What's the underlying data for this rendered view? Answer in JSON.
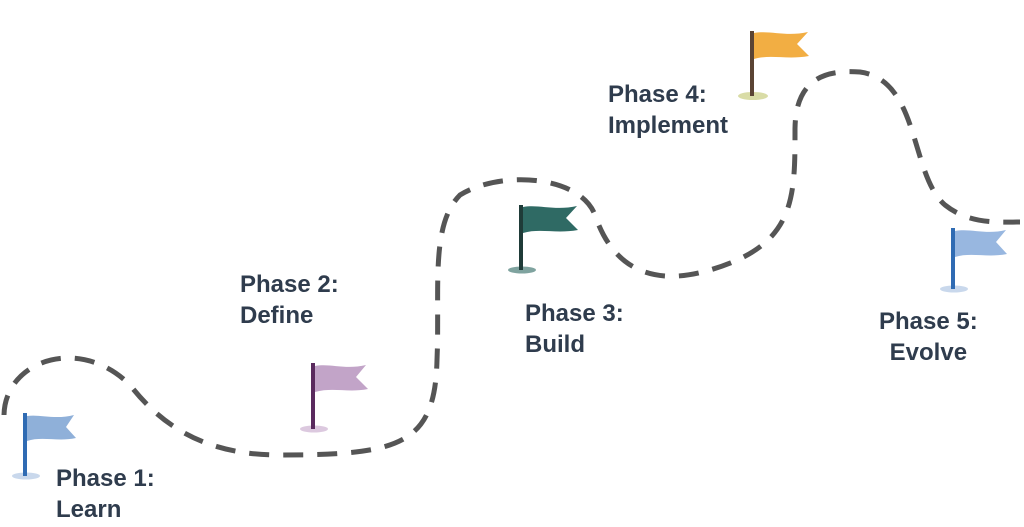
{
  "phases": [
    {
      "line1": "Phase 1:",
      "line2": "Learn",
      "flag_color": "#8fb0d9",
      "pole_color": "#2f6bb3",
      "base_color": "#c9d8ec"
    },
    {
      "line1": "Phase 2:",
      "line2": "Define",
      "flag_color": "#c2a4c8",
      "pole_color": "#5a2a5e",
      "base_color": "#dcc9df"
    },
    {
      "line1": "Phase 3:",
      "line2": "Build",
      "flag_color": "#2f6a64",
      "pole_color": "#1f3b38",
      "base_color": "#7fa39f"
    },
    {
      "line1": "Phase 4:",
      "line2": "Implement",
      "flag_color": "#f2ae43",
      "pole_color": "#5b4434",
      "base_color": "#d9dca6"
    },
    {
      "line1": "Phase 5:",
      "line2": "Evolve",
      "flag_color": "#98b7e0",
      "pole_color": "#2f6bb3",
      "base_color": "#c9d8ec"
    }
  ],
  "path_color": "#555555"
}
